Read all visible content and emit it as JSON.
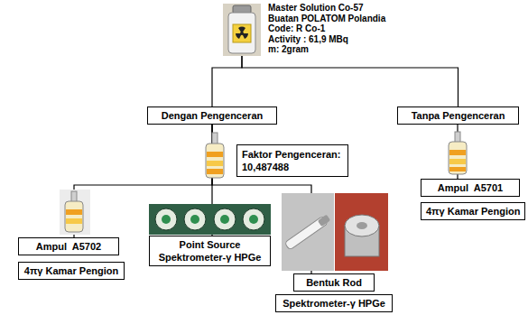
{
  "diagram": {
    "nodes": [
      {
        "text": [
          "Master Solution Co-57",
          "Buatan POLATOM Polandia",
          "Code: R Co-1",
          "Activity : 61,9 MBq",
          "m: 2gram"
        ]
      },
      {
        "text": [
          "Dengan Pengenceran"
        ]
      },
      {
        "text": [
          "Tanpa Pengenceran"
        ]
      },
      {
        "text": [
          "Faktor Pengenceran: 10,487488"
        ]
      },
      {
        "text": [
          "Ampul  A5701"
        ]
      },
      {
        "text": [
          "4πγ Kamar Pengion"
        ]
      },
      {
        "text": [
          "Ampul  A5702"
        ]
      },
      {
        "text": [
          "Point Source",
          "Spektrometer-γ HPGe"
        ]
      },
      {
        "text": [
          "Bentuk Rod"
        ]
      },
      {
        "text": [
          "4πγ Kamar Pengion"
        ]
      },
      {
        "text": [
          "Spektrometer-γ HPGe"
        ]
      }
    ],
    "edges": [
      {
        "from": 0,
        "to": 1,
        "arrow": "none"
      },
      {
        "from": 0,
        "to": 2,
        "arrow": "none"
      },
      {
        "from": 1,
        "to": 6,
        "arrow": "none"
      },
      {
        "from": 1,
        "to": 7,
        "arrow": "none"
      },
      {
        "from": 1,
        "to": 8,
        "arrow": "none"
      },
      {
        "from": 2,
        "to": 4,
        "arrow": "none"
      }
    ]
  }
}
